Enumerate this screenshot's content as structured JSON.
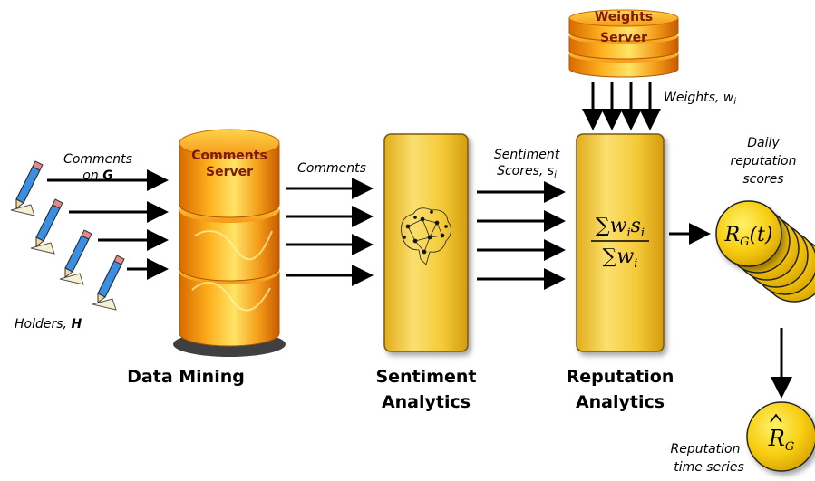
{
  "labels": {
    "comments_on": "Comments",
    "comments_on_g_prefix": "on ",
    "comments_on_g_var": "G",
    "holders_prefix": "Holders, ",
    "holders_var": "H",
    "comments": "Comments",
    "sentiment_scores_l1": "Sentiment",
    "sentiment_scores_l2": "Scores, s",
    "sentiment_scores_sub": "i",
    "weights_label": "Weights, w",
    "weights_sub": "i",
    "daily_l1": "Daily",
    "daily_l2": "reputation",
    "daily_l3": "scores",
    "ts_l1": "Reputation",
    "ts_l2": "time series"
  },
  "servers": {
    "comments_l1": "Comments",
    "comments_l2": "Server",
    "weights_l1": "Weights",
    "weights_l2": "Server"
  },
  "stages": {
    "data_mining": "Data Mining",
    "sentiment_l1": "Sentiment",
    "sentiment_l2": "Analytics",
    "reputation_l1": "Reputation",
    "reputation_l2": "Analytics"
  },
  "formula": {
    "num": "∑w",
    "num_sub_i": "i",
    "num_s": "s",
    "num_sub_i2": "i",
    "den": "∑w",
    "den_sub": "i"
  },
  "coins": {
    "daily_main": "R",
    "daily_sub": "G",
    "daily_arg": "(t)",
    "series_main": "R",
    "series_sub": "G"
  },
  "colors": {
    "box_fill": "#f3c936",
    "box_stroke": "#8a6a10",
    "server_orange": "#f29a18",
    "coin_fill": "#f5c400",
    "arrow": "#000000"
  }
}
